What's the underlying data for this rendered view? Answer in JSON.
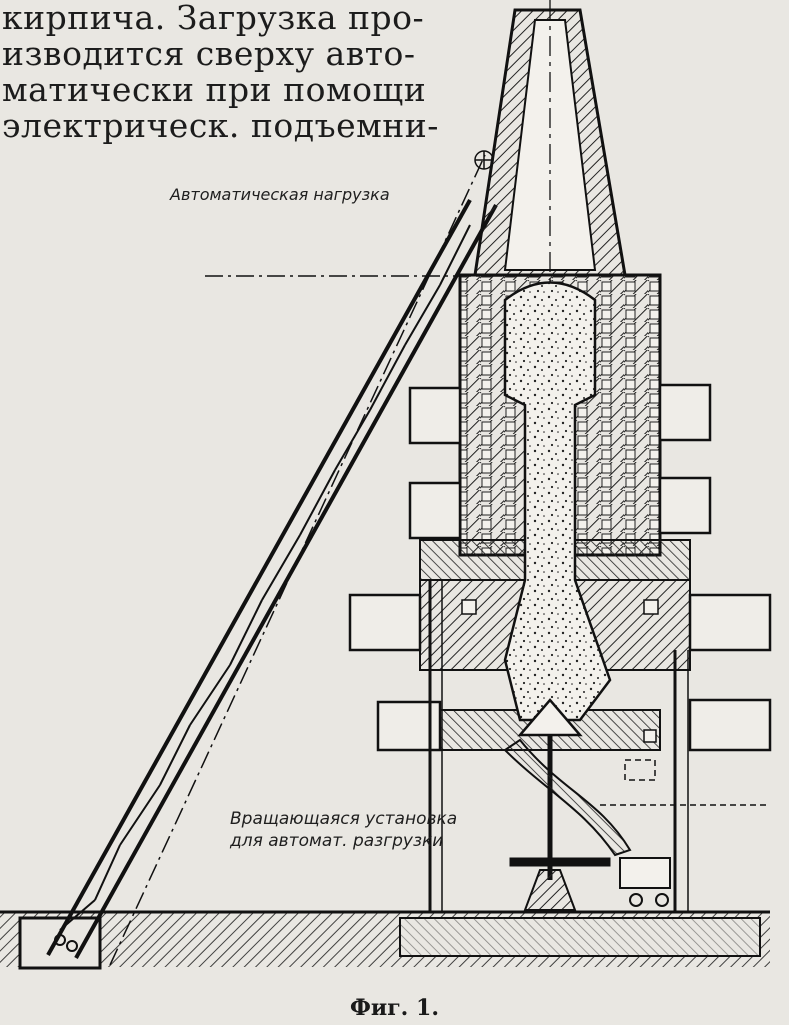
{
  "text_lines": [
    "кирпича. Загрузка про-",
    "изводится сверху авто-",
    "матически при помощи",
    "электрическ. подъемни-"
  ],
  "labels": {
    "auto_loading": "Автоматическая нагрузка",
    "rotating_line1": "Вращающаяся установка",
    "rotating_line2": "для автомат. разгрузки"
  },
  "caption": "Фиг. 1."
}
